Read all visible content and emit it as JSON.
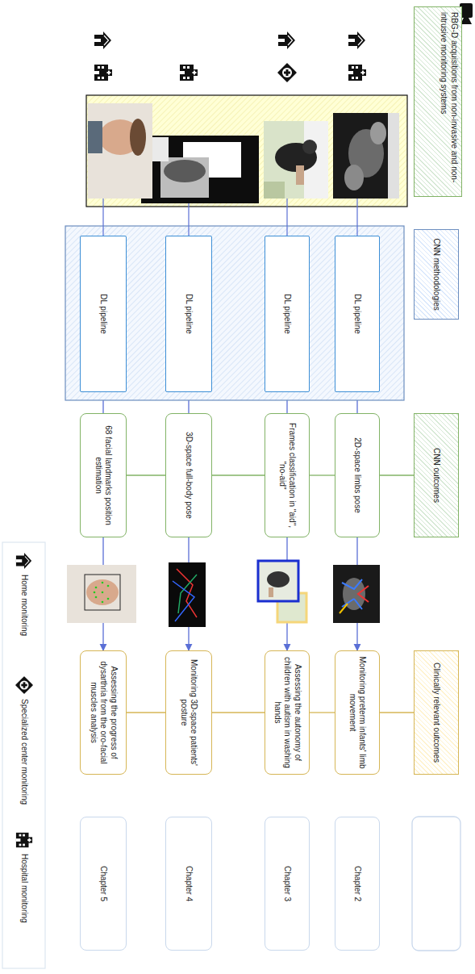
{
  "diagram": {
    "nodes": [
      {
        "text": [
          "RBG-D acquisitions from non-invasive and non-intrusive monitoring systems"
        ]
      },
      {
        "text": [
          "CNN methodologies"
        ]
      },
      {
        "text": [
          "CNN outcomes"
        ]
      },
      {
        "text": [
          "Clinically relevant outcomes"
        ]
      },
      {
        "text": [
          "DL pipeline"
        ]
      },
      {
        "text": [
          "2D-space limbs pose"
        ]
      },
      {
        "text": [
          "Monitoring preterm infants' limb movement"
        ]
      },
      {
        "text": [
          "Chapter 2"
        ]
      },
      {
        "text": [
          "DL pipeline"
        ]
      },
      {
        "text": [
          "Frames classification in \"aid\", \"no-aid\""
        ]
      },
      {
        "text": [
          "Assessing the autonomy of children with autism in washing hands"
        ]
      },
      {
        "text": [
          "Chapter 3"
        ]
      },
      {
        "text": [
          "DL pipeline"
        ]
      },
      {
        "text": [
          "3D-space full-body pose"
        ]
      },
      {
        "text": [
          "Monitoring 3D-space patients' posture"
        ]
      },
      {
        "text": [
          "Chapter 4"
        ]
      },
      {
        "text": [
          "DL pipeline"
        ]
      },
      {
        "text": [
          "68 facial landmarks position estimation"
        ]
      },
      {
        "text": [
          "Assessing the progress of dysarthria from the oro-facial muscles analysis"
        ]
      },
      {
        "text": [
          "Chapter 5"
        ]
      }
    ],
    "edges": [
      {
        "from": 4,
        "to": 5,
        "arrow": "none"
      },
      {
        "from": 5,
        "to": 6,
        "arrow": "to"
      },
      {
        "from": 8,
        "to": 9,
        "arrow": "none"
      },
      {
        "from": 9,
        "to": 10,
        "arrow": "to"
      },
      {
        "from": 12,
        "to": 13,
        "arrow": "none"
      },
      {
        "from": 13,
        "to": 14,
        "arrow": "to"
      },
      {
        "from": 16,
        "to": 17,
        "arrow": "none"
      },
      {
        "from": 17,
        "to": 18,
        "arrow": "to"
      },
      {
        "from": 2,
        "to": 5,
        "arrow": "none"
      },
      {
        "from": 5,
        "to": 9,
        "arrow": "none"
      },
      {
        "from": 9,
        "to": 13,
        "arrow": "none"
      },
      {
        "from": 13,
        "to": 17,
        "arrow": "none"
      },
      {
        "from": 3,
        "to": 6,
        "arrow": "none"
      },
      {
        "from": 6,
        "to": 10,
        "arrow": "none"
      },
      {
        "from": 10,
        "to": 14,
        "arrow": "none"
      },
      {
        "from": 14,
        "to": 18,
        "arrow": "none"
      }
    ],
    "legend": [
      {
        "text": "Home monitoring"
      },
      {
        "text": "Specialized center monitoring"
      },
      {
        "text": "Hospital monitoring"
      }
    ]
  }
}
